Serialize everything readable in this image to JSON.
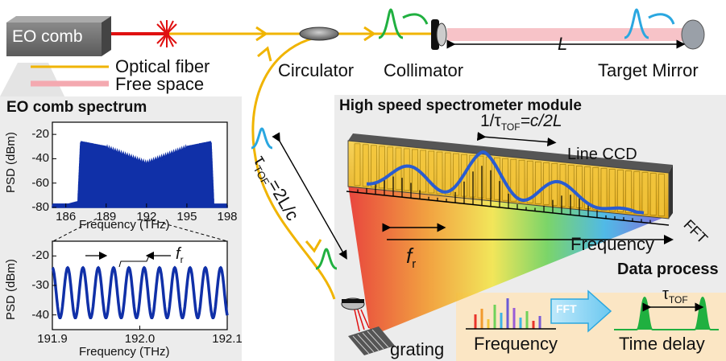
{
  "labels": {
    "eo_comb": "EO comb",
    "optical_fiber": "Optical fiber",
    "free_space": "Free space",
    "circulator": "Circulator",
    "collimator": "Collimator",
    "target_mirror": "Target Mirror",
    "L": "L",
    "tau_tof_eq": "τ",
    "tau_sub": "TOF",
    "tau_rest": "=2L/c",
    "grating": "grating",
    "spectrometer_title": "High speed spectrometer module",
    "line_ccd": "Line CCD",
    "fft_side": "FFT",
    "frequency_axis": "Frequency",
    "fr_main": "f",
    "fr_sub": "r",
    "period_label_a": "1/τ",
    "period_label_sub": "TOF",
    "period_label_b": "=c/2L",
    "data_process": "Data process",
    "fft_arrow": "FFT",
    "dp_frequency": "Frequency",
    "dp_time_delay": "Time delay",
    "dp_tau": "τ",
    "dp_tau_sub": "TOF"
  },
  "colors": {
    "fiber": "#f0b400",
    "free_space": "#f4a9b0",
    "laser_red": "#e01010",
    "trace_blue": "#1030a8",
    "pulse_green": "#20b040",
    "pulse_cyan": "#2aa7e0",
    "ccd_orange": "#f2c12e",
    "data_bg": "#fbe6c4"
  },
  "chart_data": [
    {
      "type": "line",
      "title": "EO comb spectrum",
      "xlabel": "Frequency (THz)",
      "ylabel": "PSD (dBm)",
      "xlim": [
        185,
        198
      ],
      "ylim": [
        -80,
        -10
      ],
      "xticks": [
        186,
        189,
        192,
        195,
        198
      ],
      "yticks": [
        -20,
        -40,
        -60,
        -80
      ],
      "series": [
        {
          "x": [
            185.0,
            186.2,
            186.9,
            187.1,
            189.0,
            192.0,
            195.0,
            196.8,
            197.0,
            197.6,
            198.0
          ],
          "y": [
            -78,
            -78,
            -76,
            -27,
            -31,
            -44,
            -31,
            -27,
            -78,
            -78,
            -78
          ]
        }
      ]
    },
    {
      "type": "line",
      "title": "",
      "xlabel": "Frequency (THz)",
      "ylabel": "PSD (dBm)",
      "xlim": [
        191.9,
        192.1
      ],
      "ylim": [
        -45,
        -15
      ],
      "xticks": [
        191.9,
        192.0,
        192.1
      ],
      "xtick_labels": [
        "191.9",
        "192.0",
        "192.1"
      ],
      "yticks": [
        -20,
        -30,
        -40
      ],
      "annotation": "f_r",
      "series": [
        {
          "name": "",
          "comb_spacing_THz": 0.0175,
          "max_dBm": -24,
          "min_dBm": -41
        }
      ]
    }
  ]
}
